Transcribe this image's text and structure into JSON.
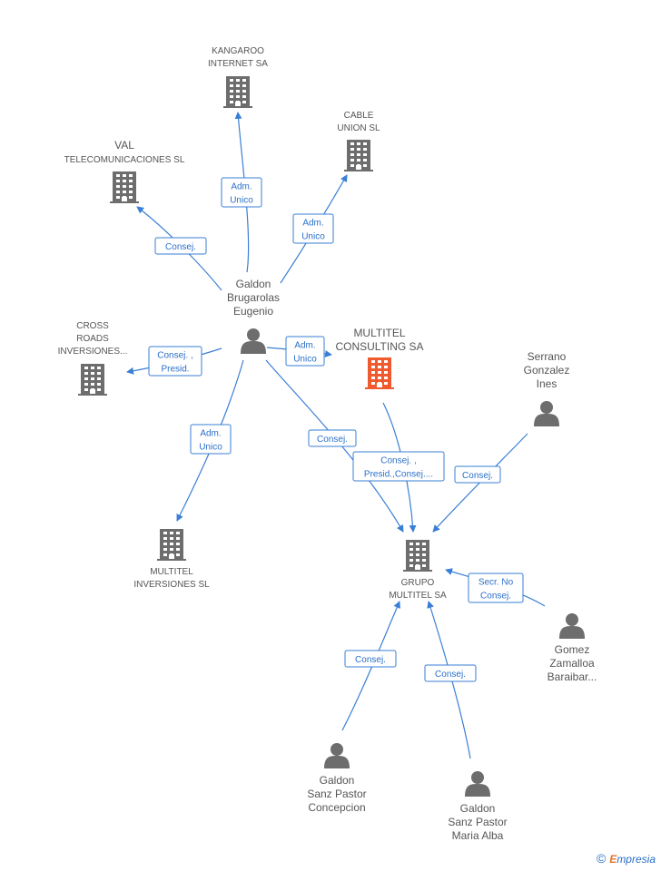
{
  "colors": {
    "edge": "#3a7fd5",
    "building_default": "#6d6d6d",
    "building_focus": "#ef5b2e",
    "person": "#6d6d6d",
    "label": "#555555",
    "edge_label_text": "#2a6fc9"
  },
  "nodes": [
    {
      "id": "kangaroo",
      "type": "company",
      "lines": [
        "KANGAROO",
        "INTERNET SA"
      ]
    },
    {
      "id": "cable",
      "type": "company",
      "lines": [
        "CABLE",
        "UNION SL"
      ]
    },
    {
      "id": "val",
      "type": "company",
      "lines": [
        "VAL",
        "TELECOMUNICACIONES SL"
      ]
    },
    {
      "id": "galdon_bru",
      "type": "person",
      "lines": [
        "Galdon",
        "Brugarolas",
        "Eugenio"
      ]
    },
    {
      "id": "cross",
      "type": "company",
      "lines": [
        "CROSS",
        "ROADS",
        "INVERSIONES..."
      ]
    },
    {
      "id": "multitel_consulting",
      "type": "company_focus",
      "lines": [
        "MULTITEL",
        "CONSULTING SA"
      ]
    },
    {
      "id": "serrano",
      "type": "person",
      "lines": [
        "Serrano",
        "Gonzalez",
        "Ines"
      ]
    },
    {
      "id": "multitel_inv",
      "type": "company",
      "lines": [
        "MULTITEL",
        "INVERSIONES SL"
      ]
    },
    {
      "id": "grupo",
      "type": "company",
      "lines": [
        "GRUPO",
        "MULTITEL SA"
      ]
    },
    {
      "id": "gomez",
      "type": "person",
      "lines": [
        "Gomez",
        "Zamalloa",
        "Baraibar..."
      ]
    },
    {
      "id": "galdon_con",
      "type": "person",
      "lines": [
        "Galdon",
        "Sanz Pastor",
        "Concepcion"
      ]
    },
    {
      "id": "galdon_mar",
      "type": "person",
      "lines": [
        "Galdon",
        "Sanz Pastor",
        "Maria Alba"
      ]
    }
  ],
  "edges": [
    {
      "id": "e1",
      "from": "galdon_bru",
      "to": "kangaroo",
      "label": [
        "Adm.",
        "Unico"
      ]
    },
    {
      "id": "e2",
      "from": "galdon_bru",
      "to": "cable",
      "label": [
        "Adm.",
        "Unico"
      ]
    },
    {
      "id": "e3",
      "from": "galdon_bru",
      "to": "val",
      "label": [
        "Consej."
      ]
    },
    {
      "id": "e4",
      "from": "galdon_bru",
      "to": "cross",
      "label": [
        "Consej. ,",
        "Presid."
      ]
    },
    {
      "id": "e5",
      "from": "galdon_bru",
      "to": "multitel_consulting",
      "label": [
        "Adm.",
        "Unico"
      ]
    },
    {
      "id": "e6",
      "from": "galdon_bru",
      "to": "multitel_inv",
      "label": [
        "Adm.",
        "Unico"
      ]
    },
    {
      "id": "e7",
      "from": "galdon_bru",
      "to": "grupo",
      "label": [
        "Consej."
      ]
    },
    {
      "id": "e8",
      "from": "multitel_consulting",
      "to": "grupo",
      "label": [
        "Consej. ,",
        "Presid.,Consej...."
      ]
    },
    {
      "id": "e9",
      "from": "serrano",
      "to": "grupo",
      "label": [
        "Consej."
      ]
    },
    {
      "id": "e10",
      "from": "gomez",
      "to": "grupo",
      "label": [
        "Secr.  No",
        "Consej."
      ]
    },
    {
      "id": "e11",
      "from": "galdon_con",
      "to": "grupo",
      "label": [
        "Consej."
      ]
    },
    {
      "id": "e12",
      "from": "galdon_mar",
      "to": "grupo",
      "label": [
        "Consej."
      ]
    }
  ],
  "footer": {
    "copyright_symbol": "©",
    "brand_first": "E",
    "brand_rest": "mpresia"
  }
}
